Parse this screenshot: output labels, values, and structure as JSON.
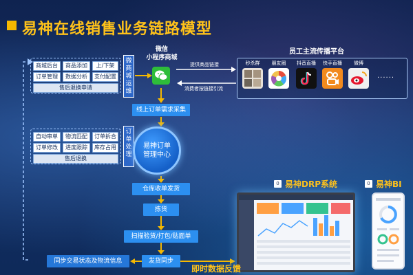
{
  "title": "易神在线销售业务链路模型",
  "top_group": {
    "buttons": [
      "商城后台",
      "商品添加",
      "上/下架",
      "订单管理",
      "数据分析",
      "支付配置",
      "售后退换申请"
    ],
    "vertical_label": "微商城运维"
  },
  "wechat": {
    "line1": "微信",
    "line2": "小程序商城",
    "arrow_right": "提供商品链接",
    "arrow_left": "消费者按链接引流"
  },
  "platforms": {
    "title": "员工主流传播平台",
    "items": [
      {
        "label": "秒杀群",
        "color": "#e7e1d8"
      },
      {
        "label": "朋友圈",
        "color": "#ffffff"
      },
      {
        "label": "抖音直播",
        "color": "#111111"
      },
      {
        "label": "快手直播",
        "color": "#f28a1e"
      },
      {
        "label": "微博",
        "color": "#f0f0f0"
      }
    ],
    "more": "······"
  },
  "flow": {
    "step1": "线上订单需求采集",
    "center_line1": "易神订单",
    "center_line2": "管理中心",
    "step2": "仓库收单发货",
    "step3": "拣货",
    "step4": "扫描验货/打包/贴面单",
    "step5": "发货同步",
    "sync": "同步交易状态及物流信息"
  },
  "order_group": {
    "buttons": [
      "自动审单",
      "物流匹配",
      "订单拆合",
      "订单修改",
      "进度跟踪",
      "库存占用",
      "售后退换"
    ],
    "vertical_label": "订单处理"
  },
  "systems": {
    "badge": "0",
    "drp": "易神DRP系统",
    "bi": "易神BI",
    "realtime": "即时数据反馈"
  },
  "colors": {
    "accent": "#ffc21a",
    "flow_blue": "#2c8ff0",
    "arrow": "#f5b800",
    "wechat_green": "#2ebd3a"
  }
}
